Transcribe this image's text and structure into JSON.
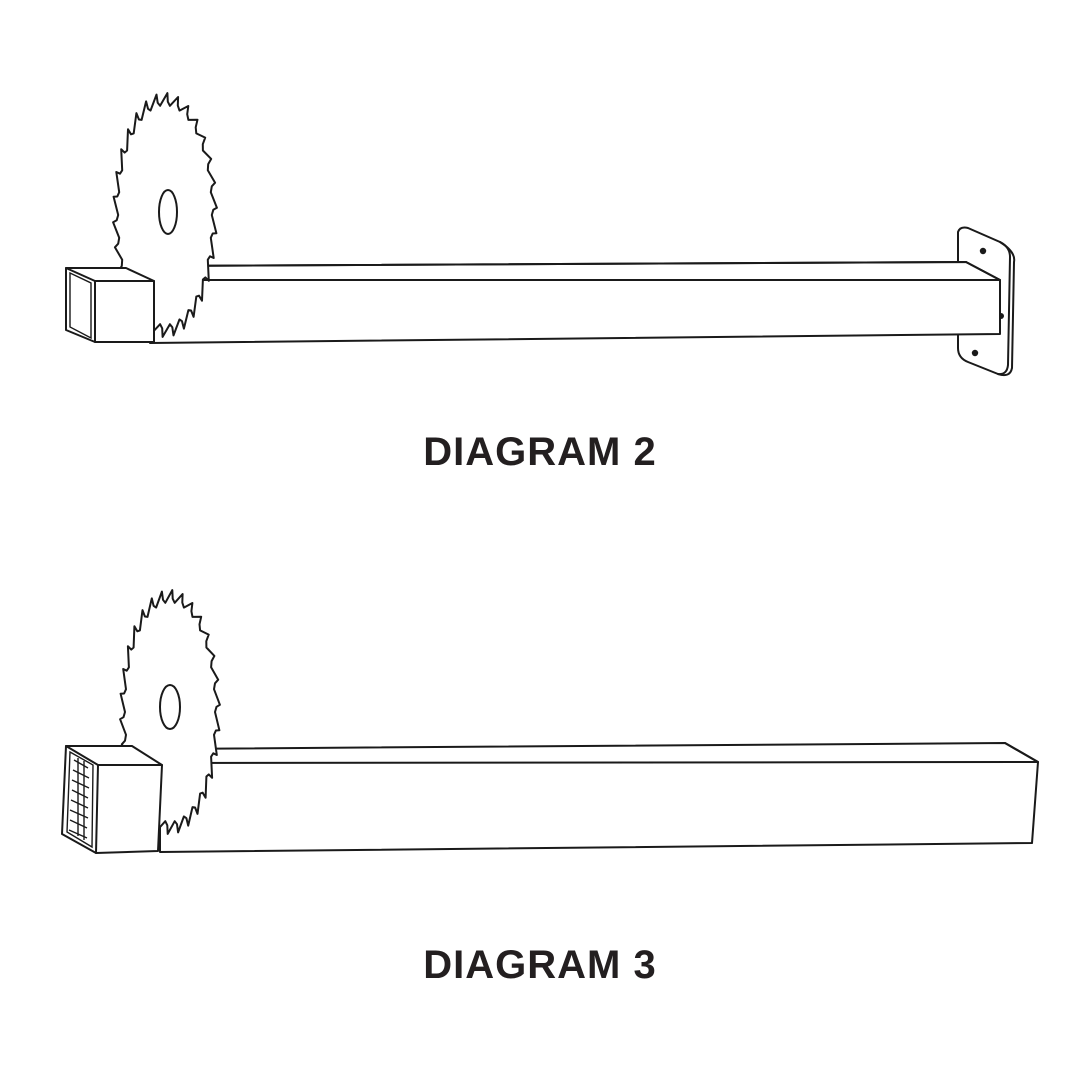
{
  "diagrams": [
    {
      "caption": "DIAGRAM 2",
      "parts": [
        "circular-saw-blade",
        "square-tube",
        "wall-mount-plate"
      ]
    },
    {
      "caption": "DIAGRAM 3",
      "parts": [
        "circular-saw-blade",
        "square-tube",
        "tube-end-insert"
      ]
    }
  ],
  "colors": {
    "line": "#1a1a1a",
    "caption": "#231f20",
    "background": "#ffffff"
  }
}
